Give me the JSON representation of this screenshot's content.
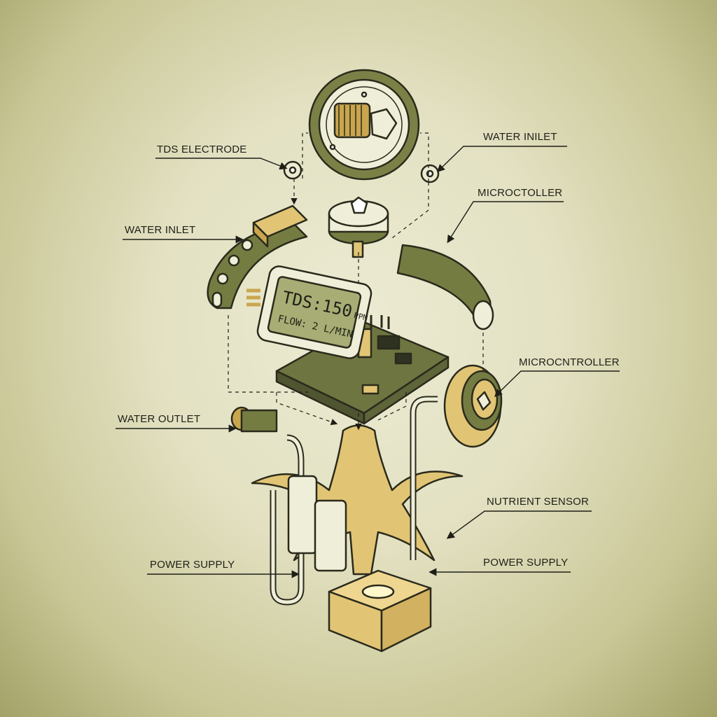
{
  "labels": {
    "tds_electrode": "TDS ELECTRODE",
    "water_inlet_right": "WATER INILET",
    "microctoller": "MICROCTOLLER",
    "water_inlet_left": "WATER INLET",
    "microcntroller": "MICROCNTROLLER",
    "water_outlet": "WATER OUTLET",
    "nutrient_sensor": "NUTRIENT SENSOR",
    "power_supply_left": "POWER SUPPLY",
    "power_supply_right": "POWER SUPPLY"
  },
  "display": {
    "tds_label": "TDS:",
    "tds_value": "150",
    "tds_unit": "PPM",
    "flow_label": "FLOW:",
    "flow_value": "2 L/MIN"
  },
  "colors": {
    "olive": "#7b8146",
    "tan": "#e1c575",
    "outline": "#2a2a1c",
    "background": "#e6e4c6"
  }
}
